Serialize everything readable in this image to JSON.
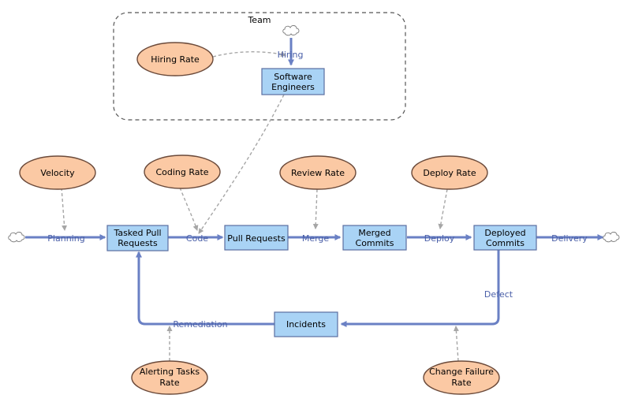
{
  "group": {
    "label": "Team"
  },
  "stocks": {
    "software_engineers": [
      "Software",
      "Engineers"
    ],
    "tasked_pull_requests": [
      "Tasked Pull",
      "Requests"
    ],
    "pull_requests": [
      "Pull Requests"
    ],
    "merged_commits": [
      "Merged",
      "Commits"
    ],
    "deployed_commits": [
      "Deployed",
      "Commits"
    ],
    "incidents": [
      "Incidents"
    ]
  },
  "auxiliaries": {
    "hiring_rate": [
      "Hiring Rate"
    ],
    "velocity": [
      "Velocity"
    ],
    "coding_rate": [
      "Coding Rate"
    ],
    "review_rate": [
      "Review Rate"
    ],
    "deploy_rate": [
      "Deploy Rate"
    ],
    "alerting_tasks_rate": [
      "Alerting Tasks",
      "Rate"
    ],
    "change_failure_rate": [
      "Change Failure",
      "Rate"
    ]
  },
  "flows": {
    "hiring": "Hiring",
    "planning": "Planning",
    "code": "Code",
    "merge": "Merge",
    "deploy": "Deploy",
    "delivery": "Delivery",
    "defect": "Defect",
    "remediation": "Remediation"
  },
  "colors": {
    "stock_fill": "#a9d3f5",
    "auxiliary_fill": "#fbc9a4",
    "flow": "#6a80c4",
    "link": "#a6a6a6"
  }
}
